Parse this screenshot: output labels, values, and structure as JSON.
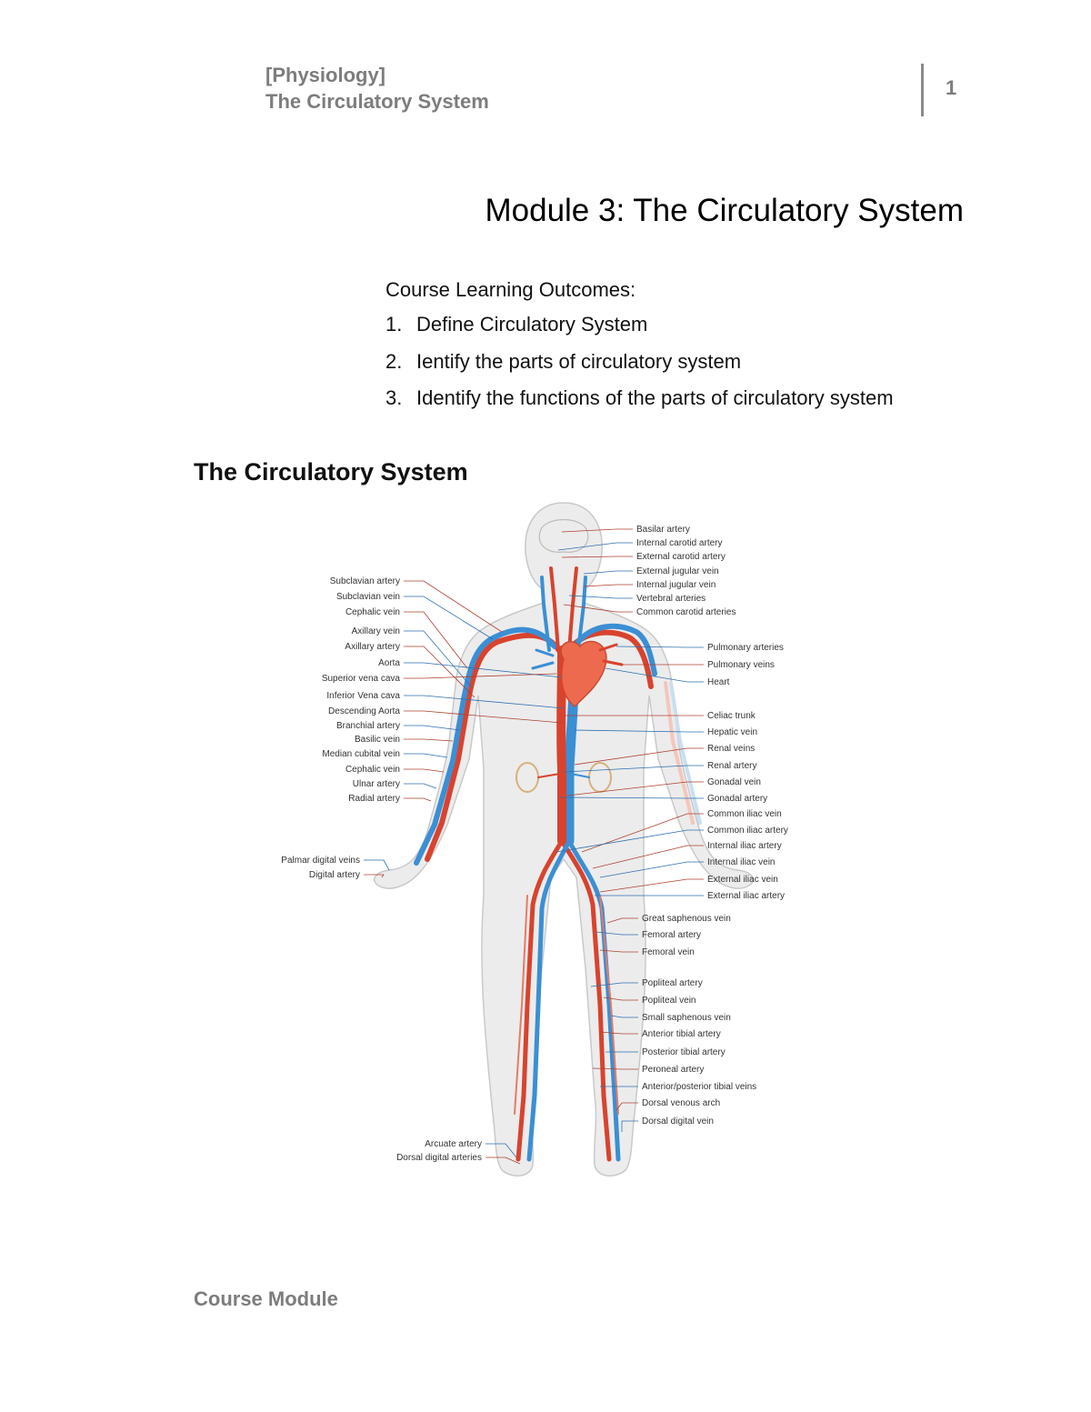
{
  "header": {
    "course": "[Physiology]",
    "title": "The Circulatory System",
    "page_number": "1"
  },
  "document": {
    "title": "Module 3: The Circulatory System",
    "outcomes_heading": "Course Learning Outcomes:",
    "outcomes": [
      {
        "num": "1.",
        "text": "Define Circulatory System"
      },
      {
        "num": "2.",
        "text": "Ientify the parts of circulatory system"
      },
      {
        "num": "3.",
        "text": "Identify the functions of the parts of circulatory system"
      }
    ],
    "section_heading": "The Circulatory System"
  },
  "figure": {
    "colors": {
      "artery": "#d8432e",
      "vein": "#3b8fd4",
      "body": "#ececec",
      "outline": "#c9c9c9",
      "heart": "#ee6a4e"
    },
    "labels_left": [
      "Subclavian artery",
      "Subclavian vein",
      "Cephalic vein",
      "Axillary vein",
      "Axillary artery",
      "Aorta",
      "Superior vena cava",
      "Inferior Vena cava",
      "Descending Aorta",
      "Branchial artery",
      "Basilic vein",
      "Median cubital vein",
      "Cephalic vein",
      "Ulnar artery",
      "Radial artery",
      "Palmar digital veins",
      "Digital artery",
      "Arcuate artery",
      "Dorsal digital arteries"
    ],
    "labels_right": [
      "Basilar artery",
      "Internal carotid artery",
      "External carotid artery",
      "External jugular vein",
      "Internal jugular vein",
      "Vertebral arteries",
      "Common carotid arteries",
      "Pulmonary arteries",
      "Pulmonary veins",
      "Heart",
      "Celiac trunk",
      "Hepatic vein",
      "Renal veins",
      "Renal artery",
      "Gonadal vein",
      "Gonadal artery",
      "Common iliac vein",
      "Common iliac artery",
      "Internal iliac artery",
      "Internal iliac vein",
      "External iliac vein",
      "External iliac artery",
      "Great saphenous vein",
      "Femoral artery",
      "Femoral vein",
      "Popliteal artery",
      "Popliteal vein",
      "Small saphenous vein",
      "Anterior tibial artery",
      "Posterior tibial artery",
      "Peroneal artery",
      "Anterior/posterior tibial veins",
      "Dorsal venous arch",
      "Dorsal digital vein"
    ]
  },
  "footer": {
    "text": "Course Module"
  }
}
